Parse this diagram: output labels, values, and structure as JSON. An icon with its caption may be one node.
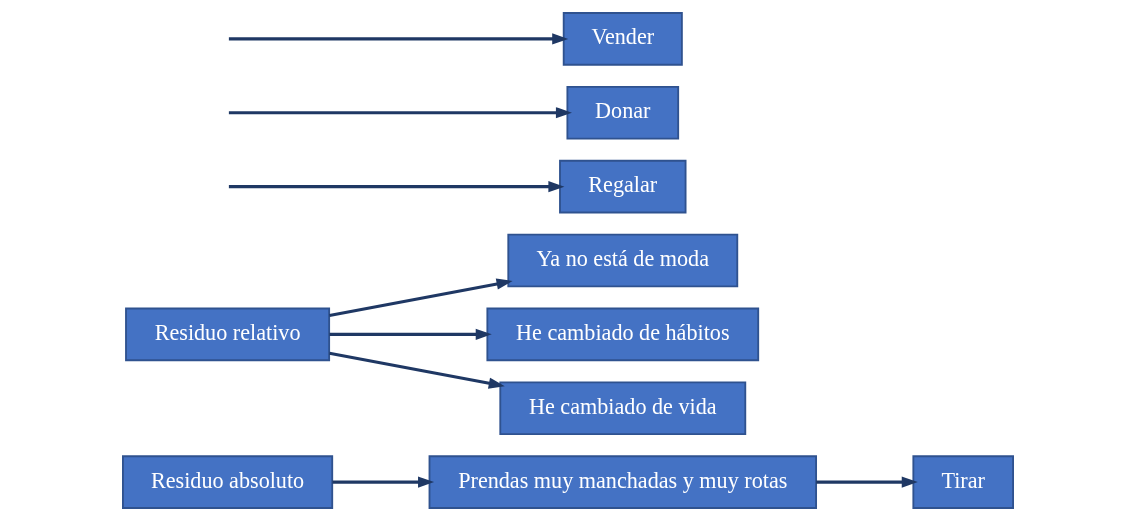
{
  "diagram": {
    "nodes": [
      {
        "text": [
          "Residuo absoluto"
        ]
      },
      {
        "text": [
          "Prendas muy manchadas y muy rotas"
        ]
      },
      {
        "text": [
          "Tirar"
        ]
      },
      {
        "text": [
          "Residuo relativo"
        ]
      },
      {
        "text": [
          "Ya no está de moda"
        ]
      },
      {
        "text": [
          "He cambiado de hábitos"
        ]
      },
      {
        "text": [
          "He cambiado de vida"
        ]
      },
      {
        "text": [
          "Regalar"
        ]
      },
      {
        "text": [
          "Donar"
        ]
      },
      {
        "text": [
          "Vender"
        ]
      }
    ],
    "edges": [
      {
        "from": 0,
        "to": 1,
        "arrow": "to"
      },
      {
        "from": 1,
        "to": 2,
        "arrow": "to"
      },
      {
        "from": 3,
        "to": 4,
        "arrow": "to"
      },
      {
        "from": 3,
        "to": 5,
        "arrow": "to"
      },
      {
        "from": 3,
        "to": 6,
        "arrow": "to"
      },
      {
        "from": null,
        "to": 7,
        "arrow": "to"
      },
      {
        "from": null,
        "to": 8,
        "arrow": "to"
      },
      {
        "from": null,
        "to": 9,
        "arrow": "to"
      }
    ]
  }
}
